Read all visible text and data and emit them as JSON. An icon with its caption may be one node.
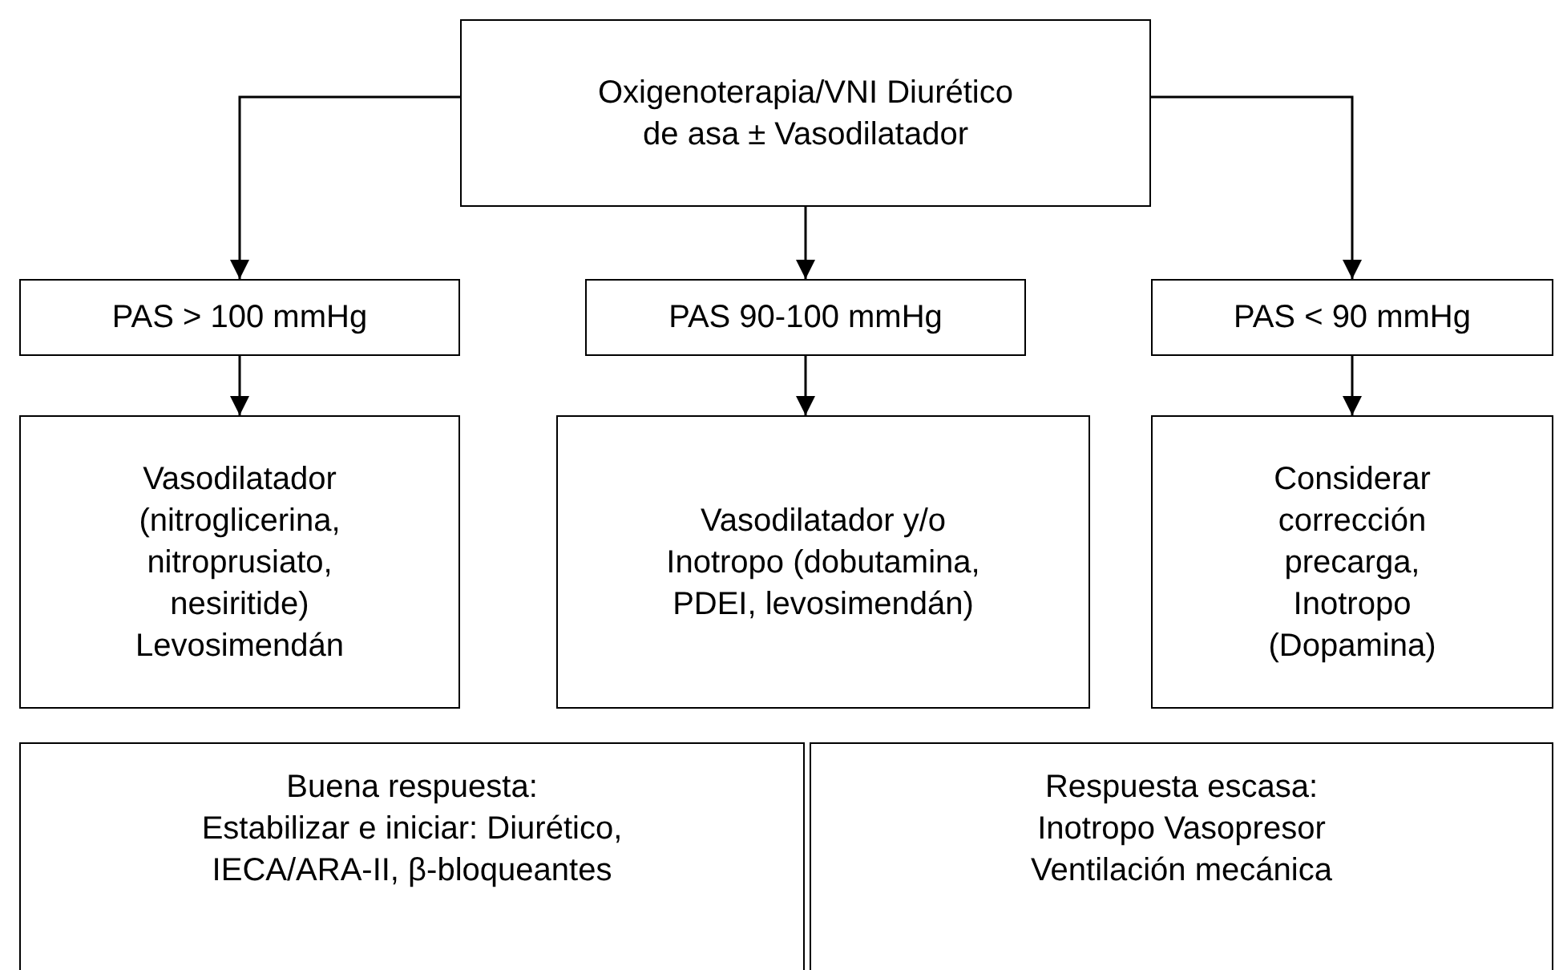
{
  "diagram": {
    "nodes": [
      {
        "text": [
          "Oxigenoterapia/VNI Diurético de asa ± Vasodilatador"
        ]
      },
      {
        "text": [
          "PAS > 100 mmHg"
        ]
      },
      {
        "text": [
          "PAS 90-100 mmHg"
        ]
      },
      {
        "text": [
          "PAS < 90 mmHg"
        ]
      },
      {
        "text": [
          "Vasodilatador (nitroglicerina, nitroprusiato, nesiritide) Levosimendán"
        ]
      },
      {
        "text": [
          "Vasodilatador y/o Inotropo (dobutamina, PDEI, levosimendán)"
        ]
      },
      {
        "text": [
          "Considerar corrección precarga, Inotropo (Dopamina)"
        ]
      },
      {
        "text": [
          "Buena respuesta:",
          "Estabilizar e iniciar: Diurético, IECA/ARA-II, β-bloqueantes"
        ]
      },
      {
        "text": [
          "Respuesta escasa:",
          "Inotropo Vasopresor Ventilación mecánica"
        ]
      }
    ],
    "edges": [
      {
        "from": 0,
        "to": 1,
        "arrow": "to"
      },
      {
        "from": 0,
        "to": 2,
        "arrow": "to"
      },
      {
        "from": 0,
        "to": 3,
        "arrow": "to"
      },
      {
        "from": 1,
        "to": 4,
        "arrow": "to"
      },
      {
        "from": 2,
        "to": 5,
        "arrow": "to"
      },
      {
        "from": 3,
        "to": 6,
        "arrow": "to"
      }
    ]
  }
}
